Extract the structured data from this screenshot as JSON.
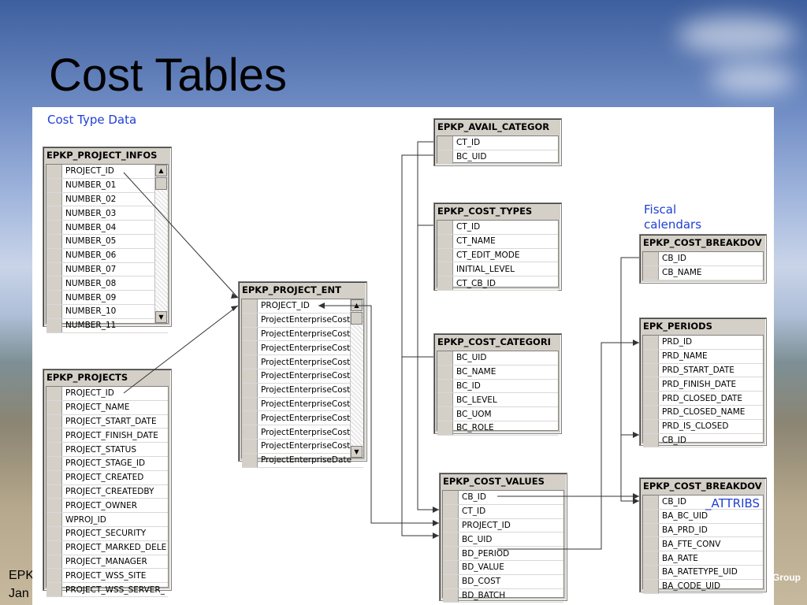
{
  "slide": {
    "title": "Cost Tables",
    "footer_line1": "EPK",
    "footer_line2": "Jan",
    "logo_text": "Group"
  },
  "notes": {
    "cost_type_data": "Cost Type Data",
    "fiscal_calendars_1": "Fiscal",
    "fiscal_calendars_2": "calendars",
    "attribs": "_ATTRIBS"
  },
  "colors": {
    "note_blue": "#1f3fd4",
    "table_face": "#d4d0c8",
    "line": "#333333"
  },
  "entities": {
    "project_infos": {
      "title": "EPKP_PROJECT_INFOS",
      "columns": [
        "PROJECT_ID",
        "NUMBER_01",
        "NUMBER_02",
        "NUMBER_03",
        "NUMBER_04",
        "NUMBER_05",
        "NUMBER_06",
        "NUMBER_07",
        "NUMBER_08",
        "NUMBER_09",
        "NUMBER_10",
        "NUMBER_11"
      ]
    },
    "projects": {
      "title": "EPKP_PROJECTS",
      "columns": [
        "PROJECT_ID",
        "PROJECT_NAME",
        "PROJECT_START_DATE",
        "PROJECT_FINISH_DATE",
        "PROJECT_STATUS",
        "PROJECT_STAGE_ID",
        "PROJECT_CREATED",
        "PROJECT_CREATEDBY",
        "PROJECT_OWNER",
        "WPROJ_ID",
        "PROJECT_SECURITY",
        "PROJECT_MARKED_DELE",
        "PROJECT_MANAGER",
        "PROJECT_WSS_SITE",
        "PROJECT_WSS_SERVER_"
      ]
    },
    "project_ent": {
      "title": "EPKP_PROJECT_ENT",
      "columns": [
        "PROJECT_ID",
        "ProjectEnterpriseCost",
        "ProjectEnterpriseCost",
        "ProjectEnterpriseCost",
        "ProjectEnterpriseCost",
        "ProjectEnterpriseCost",
        "ProjectEnterpriseCost",
        "ProjectEnterpriseCost",
        "ProjectEnterpriseCost",
        "ProjectEnterpriseCost",
        "ProjectEnterpriseCost",
        "ProjectEnterpriseDate"
      ]
    },
    "avail_categor": {
      "title": "EPKP_AVAIL_CATEGOR",
      "columns": [
        "CT_ID",
        "BC_UID"
      ]
    },
    "cost_types": {
      "title": "EPKP_COST_TYPES",
      "columns": [
        "CT_ID",
        "CT_NAME",
        "CT_EDIT_MODE",
        "INITIAL_LEVEL",
        "CT_CB_ID"
      ]
    },
    "cost_categori": {
      "title": "EPKP_COST_CATEGORI",
      "columns": [
        "BC_UID",
        "BC_NAME",
        "BC_ID",
        "BC_LEVEL",
        "BC_UOM",
        "BC_ROLE"
      ]
    },
    "cost_values": {
      "title": "EPKP_COST_VALUES",
      "columns": [
        "CB_ID",
        "CT_ID",
        "PROJECT_ID",
        "BC_UID",
        "BD_PERIOD",
        "BD_VALUE",
        "BD_COST",
        "BD_BATCH"
      ]
    },
    "cost_breakdown": {
      "title": "EPKP_COST_BREAKDOV",
      "columns": [
        "CB_ID",
        "CB_NAME"
      ]
    },
    "periods": {
      "title": "EPK_PERIODS",
      "columns": [
        "PRD_ID",
        "PRD_NAME",
        "PRD_START_DATE",
        "PRD_FINISH_DATE",
        "PRD_CLOSED_DATE",
        "PRD_CLOSED_NAME",
        "PRD_IS_CLOSED",
        "CB_ID"
      ]
    },
    "cost_breakdown_attribs": {
      "title": "EPKP_COST_BREAKDOV",
      "columns": [
        "CB_ID",
        "BA_BC_UID",
        "BA_PRD_ID",
        "BA_FTE_CONV",
        "BA_RATE",
        "BA_RATETYPE_UID",
        "BA_CODE_UID"
      ]
    }
  }
}
